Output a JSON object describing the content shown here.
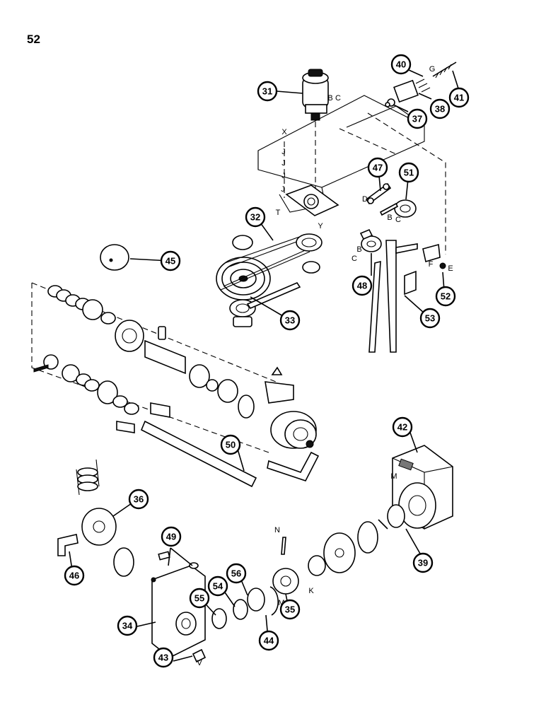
{
  "page": {
    "number": "52"
  },
  "callouts": [
    {
      "label": "31"
    },
    {
      "label": "40"
    },
    {
      "label": "41"
    },
    {
      "label": "38"
    },
    {
      "label": "37"
    },
    {
      "label": "47"
    },
    {
      "label": "51"
    },
    {
      "label": "32"
    },
    {
      "label": "45"
    },
    {
      "label": "48"
    },
    {
      "label": "52"
    },
    {
      "label": "33"
    },
    {
      "label": "53"
    },
    {
      "label": "42"
    },
    {
      "label": "50"
    },
    {
      "label": "36"
    },
    {
      "label": "49"
    },
    {
      "label": "39"
    },
    {
      "label": "46"
    },
    {
      "label": "56"
    },
    {
      "label": "54"
    },
    {
      "label": "55"
    },
    {
      "label": "35"
    },
    {
      "label": "34"
    },
    {
      "label": "44"
    },
    {
      "label": "43"
    }
  ],
  "letters": [
    {
      "text": "B"
    },
    {
      "text": "C"
    },
    {
      "text": "G"
    },
    {
      "text": "X"
    },
    {
      "text": "J"
    },
    {
      "text": "J"
    },
    {
      "text": "J"
    },
    {
      "text": "J"
    },
    {
      "text": "T"
    },
    {
      "text": "Y"
    },
    {
      "text": "D"
    },
    {
      "text": "B"
    },
    {
      "text": "C"
    },
    {
      "text": "B"
    },
    {
      "text": "C"
    },
    {
      "text": "F"
    },
    {
      "text": "E"
    },
    {
      "text": "M"
    },
    {
      "text": "N"
    },
    {
      "text": "K"
    },
    {
      "text": "M"
    },
    {
      "text": "V"
    }
  ]
}
